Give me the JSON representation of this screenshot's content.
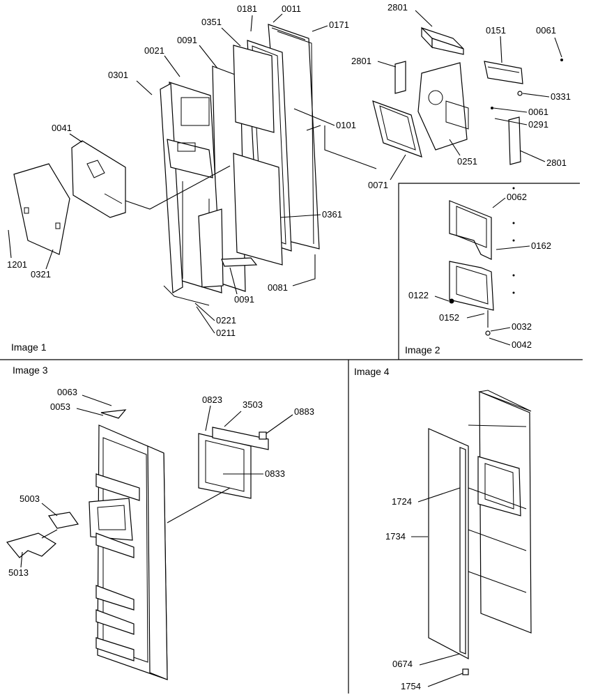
{
  "panels": {
    "p1": "Image 1",
    "p2": "Image 2",
    "p3": "Image 3",
    "p4": "Image 4"
  },
  "callouts": {
    "c0011": "0011",
    "c0181": "0181",
    "c0351": "0351",
    "c0171": "0171",
    "c0091a": "0091",
    "c0021": "0021",
    "c0301": "0301",
    "c0041": "0041",
    "c0101": "0101",
    "c0361": "0361",
    "c1201": "1201",
    "c0321": "0321",
    "c0091b": "0091",
    "c0081": "0081",
    "c0221": "0221",
    "c0211": "0211",
    "c2801a": "2801",
    "c0151": "0151",
    "c0061a": "0061",
    "c2801b": "2801",
    "c0331": "0331",
    "c0061b": "0061",
    "c0291": "0291",
    "c0251": "0251",
    "c2801c": "2801",
    "c0071": "0071",
    "c0062": "0062",
    "c0162": "0162",
    "c0122": "0122",
    "c0152": "0152",
    "c0032": "0032",
    "c0042": "0042",
    "c0063": "0063",
    "c0053": "0053",
    "c0823": "0823",
    "c3503": "3503",
    "c0883": "0883",
    "c0833": "0833",
    "c5003": "5003",
    "c5013": "5013",
    "c1724": "1724",
    "c1734": "1734",
    "c0674": "0674",
    "c1754": "1754"
  }
}
